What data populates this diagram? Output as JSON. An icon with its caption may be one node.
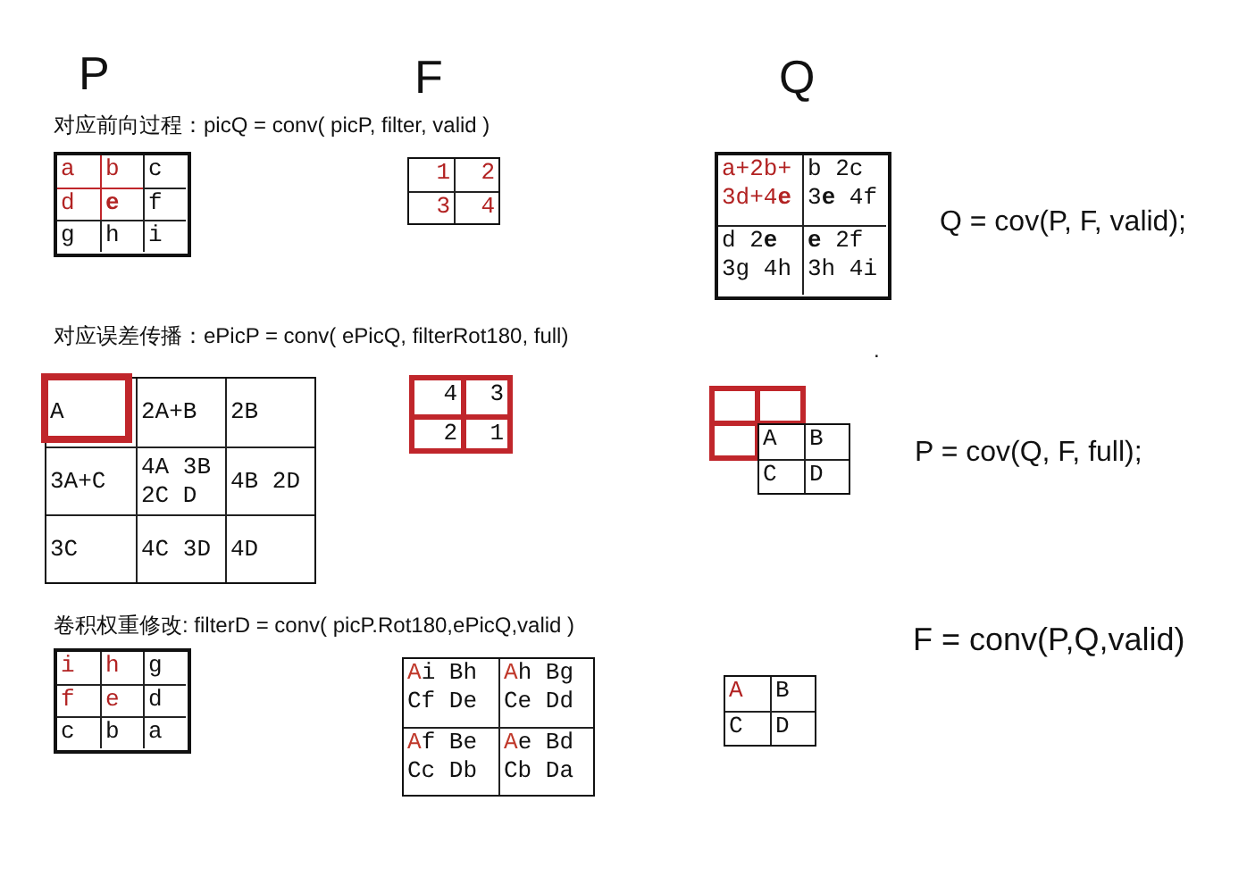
{
  "diagram": {
    "labels": [
      "P",
      "F",
      "Q",
      "对应前向过程：picQ = conv( picP, filter, valid )",
      "a",
      "b",
      "c",
      "d",
      "e",
      "f",
      "g",
      "h",
      "i",
      "1",
      "2",
      "3",
      "4",
      "a+2b+ 3d+4**e**",
      "b 2c 3**e** 4f",
      "d 2**e** 3g 4h",
      "**e** 2f 3h 4i",
      "Q = cov(P, F, valid);",
      "对应误差传播：ePicP = conv( ePicQ, filterRot180, full)",
      ".",
      "A",
      "2A+B",
      "2B",
      "3A+C",
      "4A 3B 2C D",
      "4B 2D",
      "3C",
      "4C 3D",
      "4D",
      "4",
      "3",
      "2",
      "1",
      "A",
      "B",
      "C",
      "D",
      "P = cov(Q, F, full);",
      "卷积权重修改: filterD = conv( picP.Rot180,ePicQ,valid  )",
      "i",
      "h",
      "g",
      "f",
      "e",
      "d",
      "c",
      "b",
      "a",
      "Ai Bh Cf De",
      "Ah Bg Ce Dd",
      "Af Be Cc Db",
      "Ae Bd Cb Da",
      "A",
      "B",
      "C",
      "D",
      "F = conv(P,Q,valid)"
    ]
  }
}
